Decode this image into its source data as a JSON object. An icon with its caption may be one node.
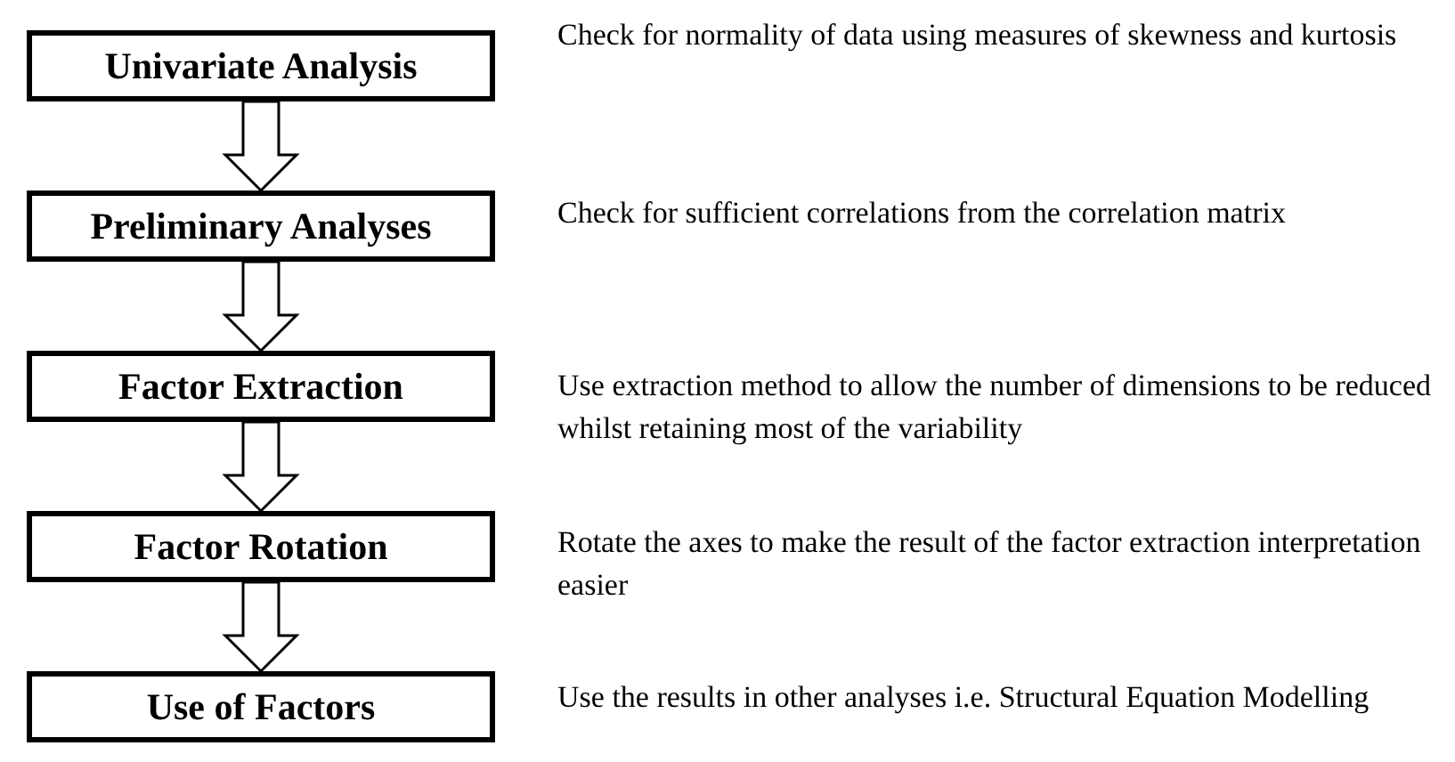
{
  "diagram": {
    "nodes": [
      {
        "text": [
          "Univariate Analysis"
        ],
        "beside": [
          "Check for normality of data using measures of skewness and kurtosis"
        ]
      },
      {
        "text": [
          "Preliminary Analyses"
        ],
        "beside": [
          "Check for sufficient correlations from the correlation matrix"
        ]
      },
      {
        "text": [
          "Factor Extraction"
        ],
        "beside": [
          "Use extraction method to allow the number of dimensions to be reduced whilst retaining most of the variability"
        ]
      },
      {
        "text": [
          "Factor Rotation"
        ],
        "beside": [
          "Rotate the axes to make the result of the factor extraction interpretation easier"
        ]
      },
      {
        "text": [
          "Use of Factors"
        ],
        "beside": [
          "Use the results in other analyses i.e. Structural Equation Modelling"
        ]
      }
    ],
    "edges": [
      {
        "from": 0,
        "to": 1,
        "arrow": "to"
      },
      {
        "from": 1,
        "to": 2,
        "arrow": "to"
      },
      {
        "from": 2,
        "to": 3,
        "arrow": "to"
      },
      {
        "from": 3,
        "to": 4,
        "arrow": "to"
      }
    ]
  }
}
